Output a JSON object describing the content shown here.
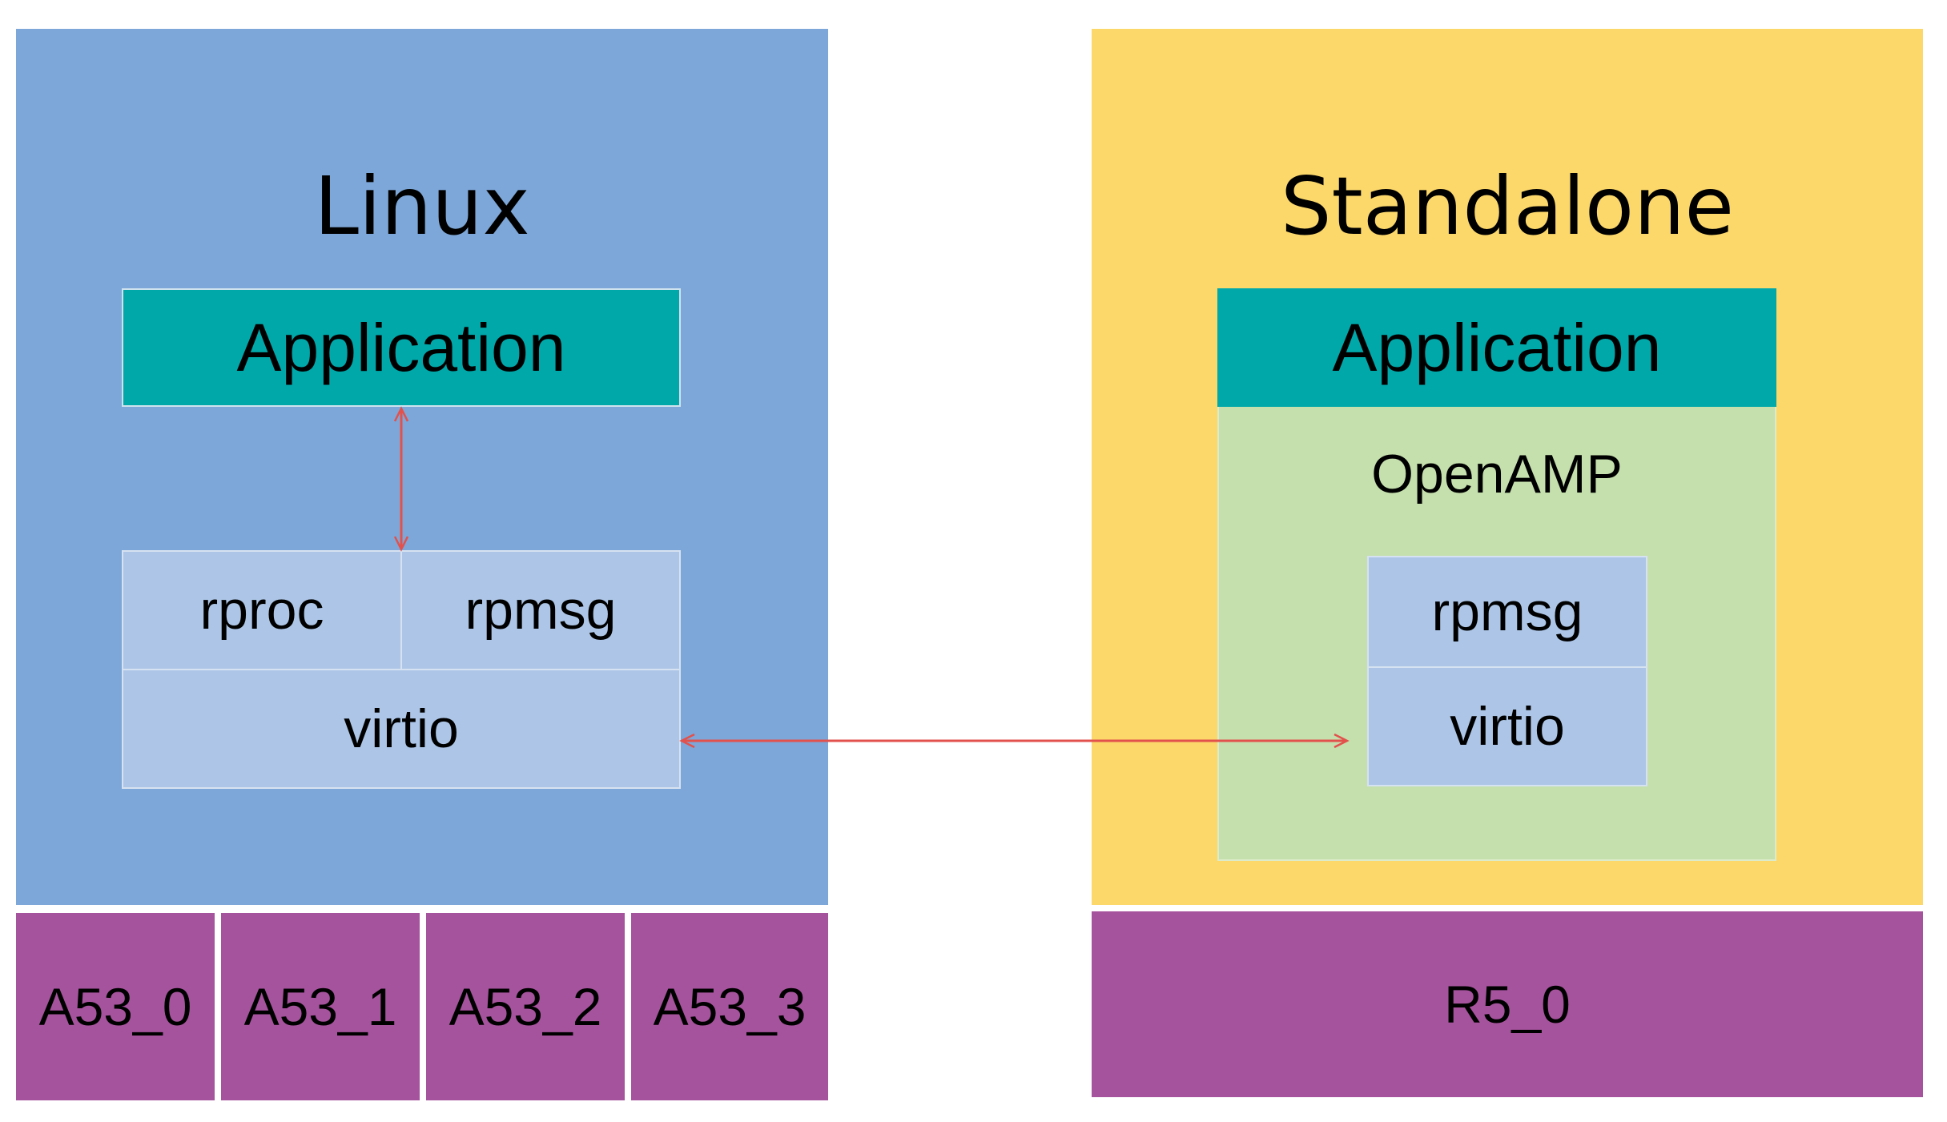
{
  "linux": {
    "title": "Linux",
    "application": "Application",
    "rproc": "rproc",
    "rpmsg": "rpmsg",
    "virtio": "virtio",
    "cores": [
      "A53_0",
      "A53_1",
      "A53_2",
      "A53_3"
    ]
  },
  "standalone": {
    "title": "Standalone",
    "application": "Application",
    "openamp": "OpenAMP",
    "rpmsg": "rpmsg",
    "virtio": "virtio",
    "core": "R5_0"
  },
  "colors": {
    "linux_bg": "#7da7d8",
    "standalone_bg": "#fcd86b",
    "application": "#00a8aa",
    "stack_block": "#adc6e7",
    "openamp_bg": "#c5e0ad",
    "core_bg": "#a6539d",
    "arrow": "#e2514c"
  }
}
